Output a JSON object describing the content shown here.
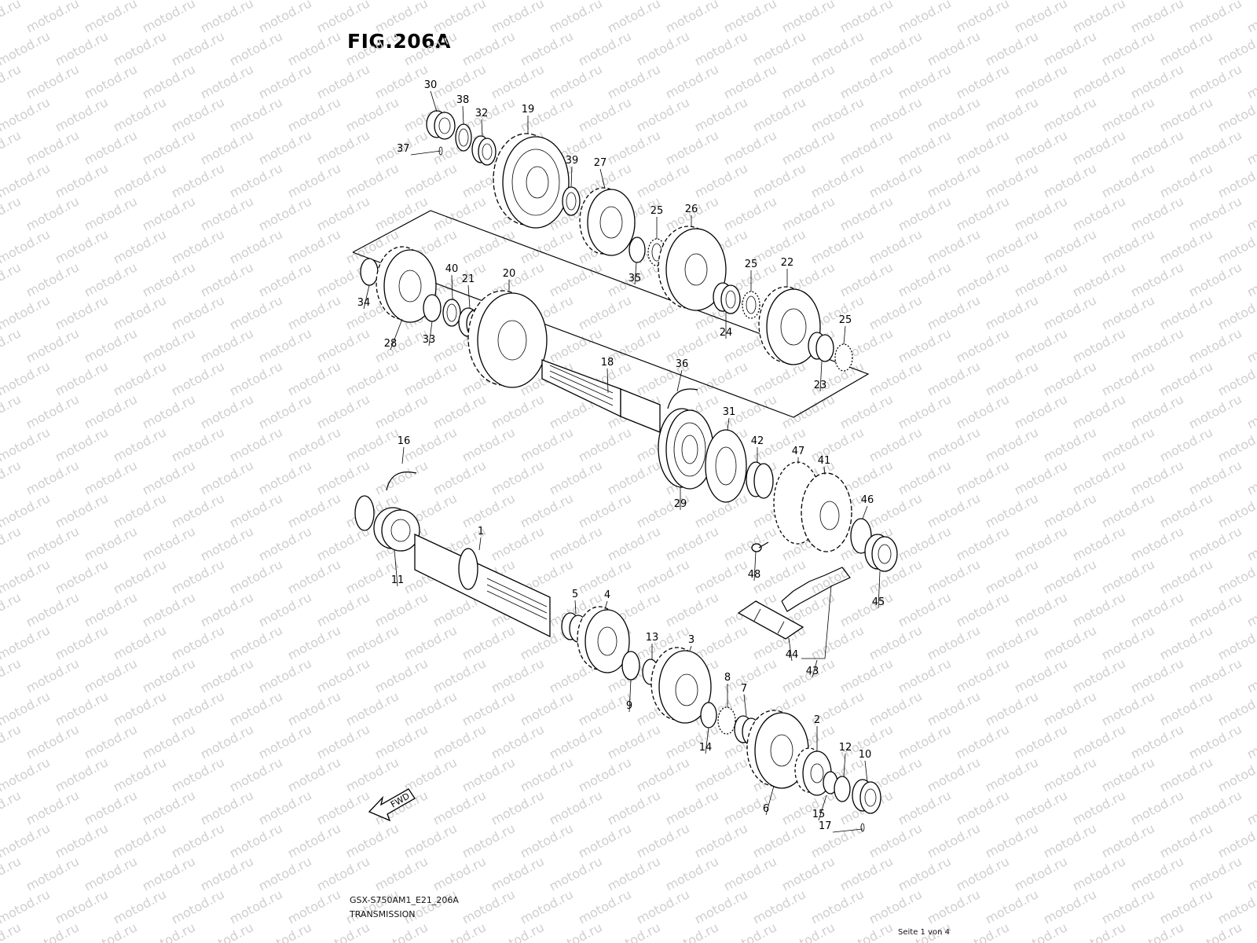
{
  "figure": {
    "title": "FIG.206A",
    "code": "GSX-S750AM1_E21_206A",
    "name": "TRANSMISSION",
    "page": "Seite 1 von 4",
    "fwd_label": "FWD",
    "watermark": "motod.ru"
  },
  "callouts": [
    "1",
    "2",
    "3",
    "4",
    "5",
    "6",
    "7",
    "8",
    "9",
    "10",
    "11",
    "12",
    "13",
    "14",
    "15",
    "16",
    "17",
    "18",
    "19",
    "20",
    "21",
    "22",
    "23",
    "24",
    "25",
    "26",
    "27",
    "28",
    "29",
    "30",
    "31",
    "32",
    "33",
    "34",
    "35",
    "36",
    "37",
    "38",
    "39",
    "40",
    "41",
    "42",
    "43",
    "44",
    "45",
    "46",
    "47",
    "48"
  ]
}
